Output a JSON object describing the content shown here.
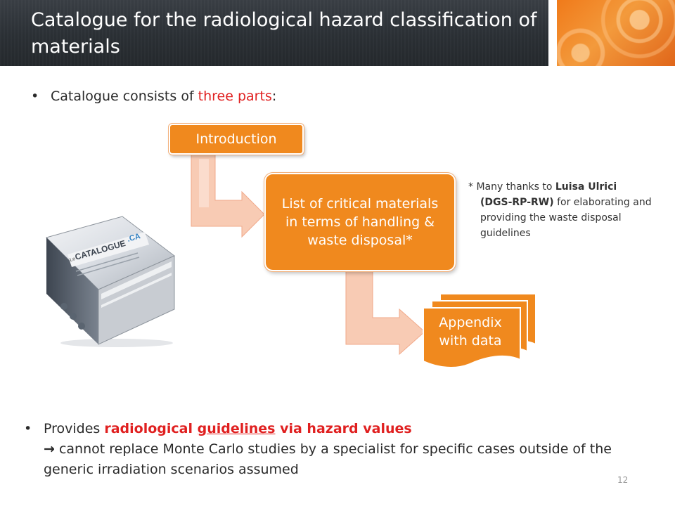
{
  "header": {
    "title": "Catalogue for the radiological hazard classification of materials"
  },
  "bullets": {
    "first": {
      "prefix": "Catalogue consists of ",
      "highlight": "three parts",
      "suffix": ":"
    },
    "second": {
      "prefix": "Provides ",
      "red1": "radiological ",
      "red_underlined": "guidelines",
      "red2": " via hazard values",
      "arrow": "→",
      "line2": " cannot replace Monte Carlo studies by a specialist for specific cases outside of the generic irradiation scenarios assumed"
    }
  },
  "flow": {
    "introduction": "Introduction",
    "list": "List of critical materials in terms of handling & waste disposal*",
    "appendix_line1": "Appendix",
    "appendix_line2": "with data"
  },
  "thanks": {
    "prefix": "* Many thanks to ",
    "name": "Luisa Ulrici",
    "group": "(DGS-RP-RW)",
    "text": " for elaborating and providing the waste disposal guidelines"
  },
  "binder": {
    "brand_le": "Le",
    "brand_name": "CATALOGUE",
    "brand_suffix": ".CA"
  },
  "page_number": "12",
  "colors": {
    "accent_orange": "#f0891e",
    "arrow_fill": "#f8cbb4",
    "highlight_red": "#e02020",
    "header_dark": "#2b3035"
  }
}
